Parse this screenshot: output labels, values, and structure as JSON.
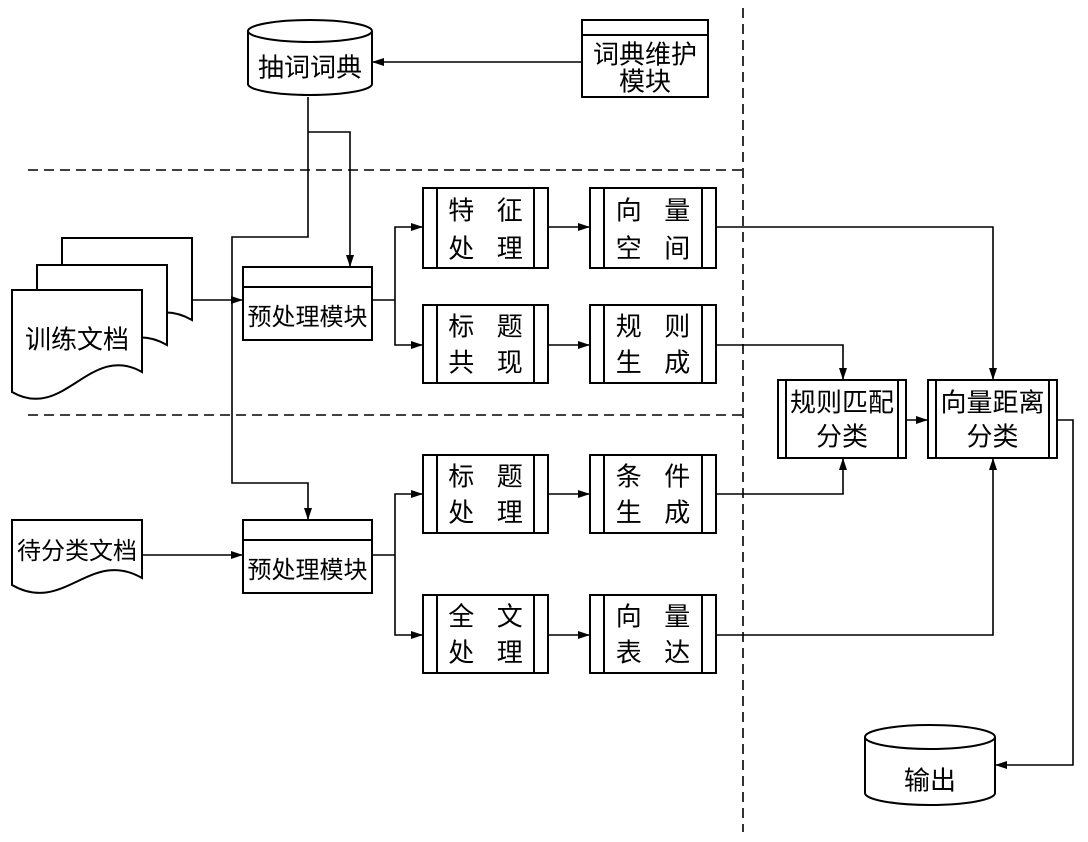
{
  "colors": {
    "ink": "#000000",
    "paper": "#ffffff"
  },
  "nodes": {
    "extraction_dict": {
      "label": "抽词词典"
    },
    "dict_maintenance": {
      "lines": [
        "词典维护",
        "模块"
      ]
    },
    "training_docs": {
      "label": "训练文档"
    },
    "unclassified_docs": {
      "label": "待分类文档"
    },
    "preprocess_upper": {
      "label": "预处理模块"
    },
    "preprocess_lower": {
      "label": "预处理模块"
    },
    "feature_processing": {
      "lines": [
        "特 征",
        "处 理"
      ]
    },
    "vector_space": {
      "lines": [
        "向 量",
        "空 间"
      ]
    },
    "title_cooccurrence": {
      "lines": [
        "标 题",
        "共 现"
      ]
    },
    "rule_generation": {
      "lines": [
        "规 则",
        "生 成"
      ]
    },
    "title_processing": {
      "lines": [
        "标 题",
        "处 理"
      ]
    },
    "condition_generation": {
      "lines": [
        "条 件",
        "生 成"
      ]
    },
    "fulltext_processing": {
      "lines": [
        "全 文",
        "处 理"
      ]
    },
    "vector_expression": {
      "lines": [
        "向 量",
        "表 达"
      ]
    },
    "rule_match_classify": {
      "lines": [
        "规则匹配",
        "分类"
      ]
    },
    "vector_distance_classify": {
      "lines": [
        "向量距离",
        "分类"
      ]
    },
    "output": {
      "label": "输出"
    }
  }
}
